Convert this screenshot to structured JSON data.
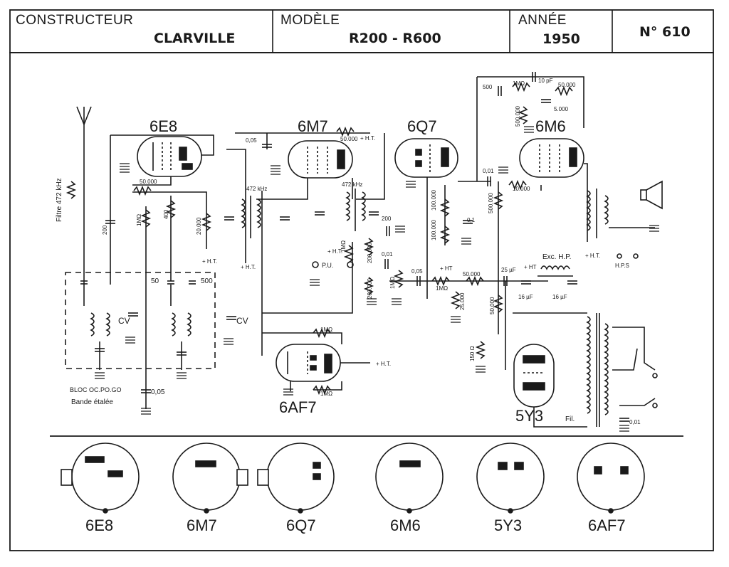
{
  "header": {
    "constructeur_label": "CONSTRUCTEUR",
    "constructeur_value": "CLARVILLE",
    "modele_label": "MODÈLE",
    "modele_value": "R200 - R600",
    "annee_label": "ANNÉE",
    "annee_value": "1950",
    "numero": "N° 610"
  },
  "tubes": {
    "t6e8": "6E8",
    "t6m7": "6M7",
    "t6q7": "6Q7",
    "t6m6": "6M6",
    "t5y3": "5Y3",
    "t6af7": "6AF7"
  },
  "labels": {
    "filtre": "Filtre 472 kHz",
    "if1": "472 kHz",
    "if2": "472 kHz",
    "c005": "0,05",
    "r50000a": "50.000",
    "r50000b": "50.000",
    "r50000c": "50.000",
    "r50000d": "50.000",
    "r50000e": "50.000",
    "r20000": "20.000",
    "r1mo_a": "1MΩ",
    "r1mo_b": "1MΩ",
    "r1mo_c": "1MΩ",
    "r1mo_d": "1MΩ",
    "r1mo_e": "1MΩ",
    "r1mo_f": "1MΩ",
    "r1mo_g": "1MΩ",
    "r400": "400",
    "c200a": "200",
    "c200b": "200",
    "c50": "50",
    "c500a": "500",
    "c500b": "500",
    "cv1": "CV",
    "cv2": "CV",
    "ht1": "+ H.T.",
    "ht2": "+ H.T.",
    "ht3": "+ H.T.",
    "ht4": "+ H.T.",
    "ht5": "+ H.T.",
    "ht6": "+ H.T.",
    "ht7": "+ HT",
    "ht8": "+ HT",
    "pu": "P.U.",
    "c001a": "0,01",
    "c001b": "0,01",
    "c001c": "0,01",
    "c005b": "0,05",
    "c005c": "0,05",
    "r200000a": "200.000",
    "r200000b": "200.000",
    "r100000a": "100.000",
    "r100000b": "100.000",
    "r500000a": "500.000",
    "r500000b": "500.000",
    "r10000": "10.000",
    "r5000": "5.000",
    "c10pf": "10 pF",
    "c01": "0,1",
    "r25000": "25.000",
    "c25uf": "25 µF",
    "c16a": "16 µF",
    "c16b": "16 µF",
    "exc": "Exc. H.P.",
    "hps": "H.P.S",
    "r150": "150 Ω",
    "fil": "Fil.",
    "bloc1": "BLOC OC.PO.GO",
    "bloc2": "Bande étalée"
  },
  "sockets": [
    "6E8",
    "6M7",
    "6Q7",
    "6M6",
    "5Y3",
    "6AF7"
  ]
}
